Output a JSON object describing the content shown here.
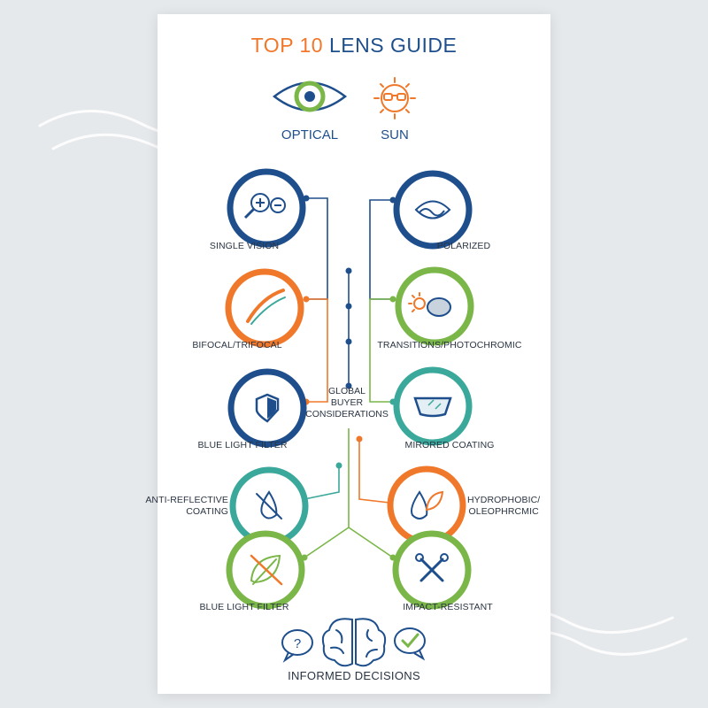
{
  "title": {
    "part1": "TOP 10",
    "part2": "LENS GUIDE"
  },
  "headers": {
    "optical": "OPTICAL",
    "sun": "SUN"
  },
  "center": {
    "line1": "GLOBAL",
    "line2": "BUYER",
    "line3": "CONSIDERATIONS"
  },
  "options": {
    "single_vision": "SINGLE VISION",
    "polarized": "POLARIZED",
    "bifocal": "BIFOCAL/TRIFOCAL",
    "transitions": "TRANSITIONS/PHOTOCHROMIC",
    "blue_light_1": "BLUE LIGHT FILTER",
    "mirrored": "MIRORED COATING",
    "anti_reflective_1": "ANTI-REFLECTIVE",
    "anti_reflective_2": "COATING",
    "hydrophobic_1": "HYDROPHOBIC/",
    "hydrophobic_2": "OLEOPHRCMIC",
    "blue_light_2": "BLUE LIGHT FILTER",
    "impact": "IMPACT-RESISTANT"
  },
  "bottom": "INFORMED DECISIONS",
  "colors": {
    "navy": "#1e4f8c",
    "orange": "#f0782b",
    "green": "#7ab648",
    "teal": "#3aa89a"
  },
  "icons": [
    "eye-icon",
    "sun-glasses-icon",
    "magnifier-icon",
    "polarized-waves-icon",
    "lens-curve-icon",
    "photochromic-icon",
    "shield-icon",
    "mirrored-glasses-icon",
    "crossed-drop-icon",
    "drop-leaf-icon",
    "crossed-leaf-icon",
    "tools-icon",
    "brain-icon",
    "question-bubble-icon",
    "check-bubble-icon"
  ]
}
